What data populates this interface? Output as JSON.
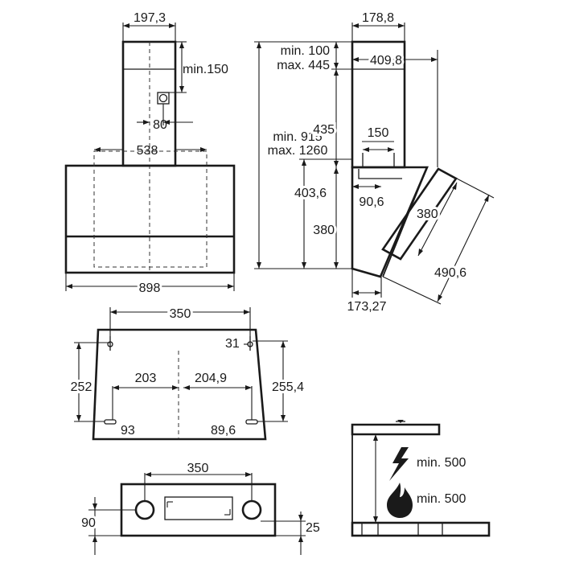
{
  "front_view": {
    "chimney_width": "197,3",
    "socket_offset": "min.150",
    "socket_to_center": "80",
    "bracket_span": "538",
    "hood_width": "898"
  },
  "side_view": {
    "chimney_depth": "178,8",
    "top_gap_min": "min. 100",
    "top_gap_max": "max. 445",
    "overall_depth": "409,8",
    "total_height_min": "min. 915",
    "total_height_max": "max. 1260",
    "chimney_height": "435",
    "duct_width": "150",
    "body_height_outer": "403,6",
    "body_height_inner": "380",
    "duct_offset": "90,6",
    "bottom_depth": "173,27",
    "panel_height": "380",
    "panel_length": "490,6"
  },
  "mounting_plate": {
    "hole_spacing": "350",
    "hole_edge_offset": "31",
    "left_height": "252",
    "right_height": "255,4",
    "left_center_offset": "203",
    "right_center_offset": "204,9",
    "bottom_left_offset": "93",
    "bottom_right_offset": "89,6"
  },
  "bottom_view": {
    "hole_spacing": "350",
    "left_offset": "90",
    "right_offset": "25"
  },
  "clearance": {
    "electric_min": "min. 500",
    "gas_min": "min. 500"
  }
}
